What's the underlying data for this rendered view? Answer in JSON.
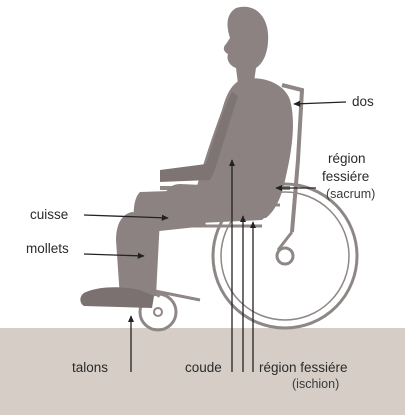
{
  "labels": {
    "dos": "dos",
    "region_fessiere_top_1": "région",
    "region_fessiere_top_2": "fessiére",
    "sacrum": "(sacrum)",
    "cuisse": "cuisse",
    "mollets": "mollets",
    "talons": "talons",
    "coude": "coude",
    "region_fessiere_bottom": "région fessiére",
    "ischion": "(ischion)"
  },
  "colors": {
    "body": "#8c8282",
    "body_dark": "#6f6666",
    "floor": "#d3cbc3",
    "chair": "#9a9090",
    "arrow": "#222222"
  }
}
